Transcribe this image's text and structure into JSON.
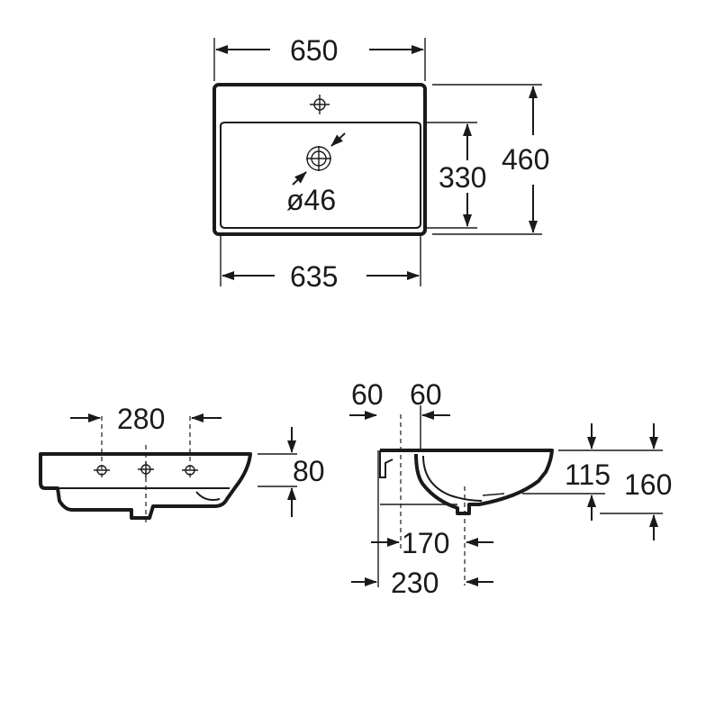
{
  "top_view": {
    "width_outer": "650",
    "width_inner": "635",
    "depth_outer": "460",
    "depth_inner": "330",
    "drain_diameter": "ø46"
  },
  "front_view": {
    "tap_holes_spacing": "280",
    "bowl_height": "80"
  },
  "side_view": {
    "wall_offset_a": "60",
    "wall_offset_b": "60",
    "inner_depth": "115",
    "total_height": "160",
    "drain_distance": "170",
    "overall_depth": "230"
  },
  "colors": {
    "line": "#1a1a1a",
    "background": "#ffffff"
  }
}
